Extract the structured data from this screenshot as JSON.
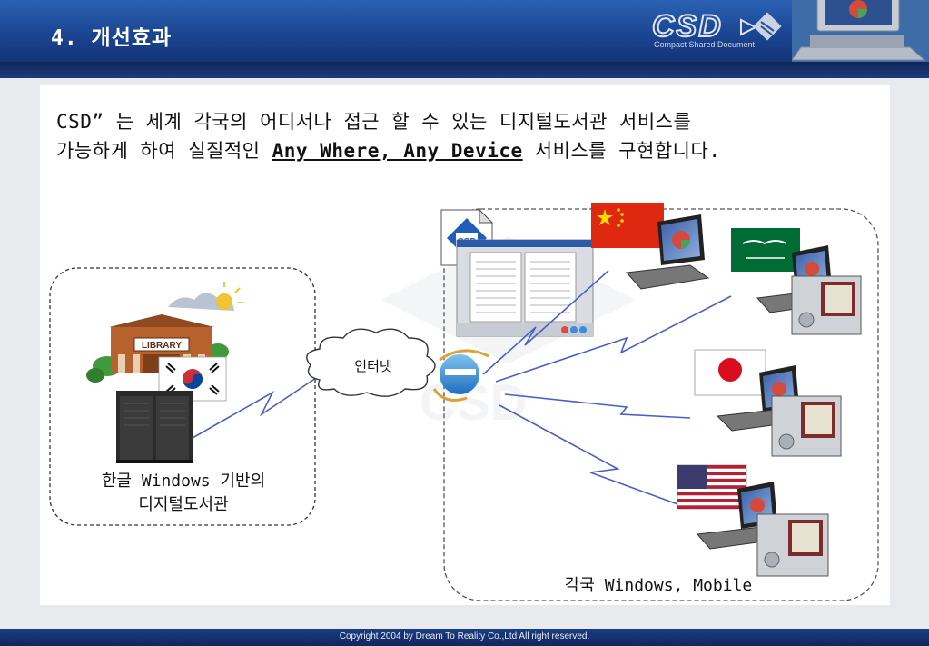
{
  "header": {
    "title": "4. 개선효과",
    "logo_text": "CSD",
    "logo_subtitle": "Compact Shared Document"
  },
  "intro": {
    "line1": "CSD” 는 세계 각국의 어디서나 접근 할 수 있는 디지털도서관 서비스를",
    "line2_prefix": "가능하게 하여 실질적인 ",
    "line2_emphasis": "Any Where, Any Device",
    "line2_suffix": " 서비스를 구현합니다."
  },
  "diagram": {
    "library_sign": "LIBRARY",
    "left_label_line1": "한글 Windows 기반의",
    "left_label_line2": "디지털도서관",
    "cloud_label": "인터넷",
    "doc_icon_text": "CSD",
    "right_label": "각국 Windows, Mobile"
  },
  "footer": {
    "copyright": "Copyright 2004 by Dream To Reality Co.,Ltd All right reserved."
  }
}
